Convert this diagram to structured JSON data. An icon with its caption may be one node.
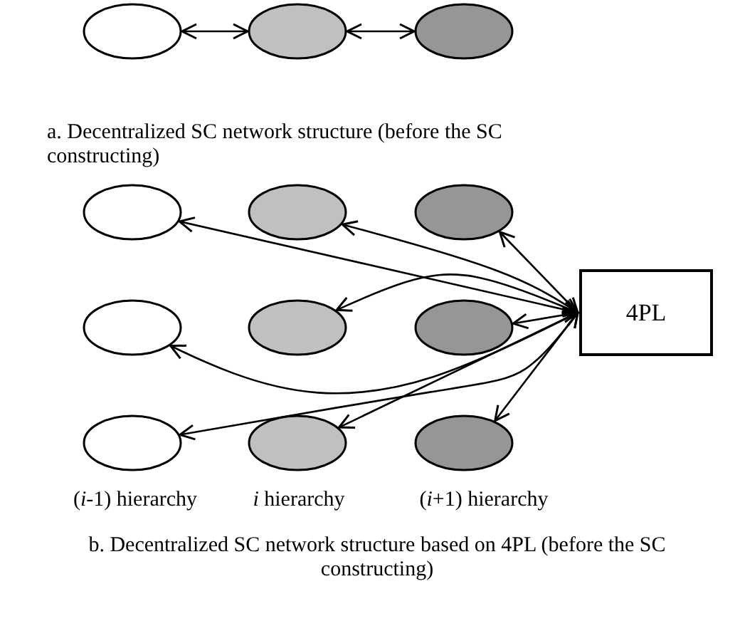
{
  "diagram": {
    "nodes": [
      {
        "text": [],
        "shape": "ellipse"
      },
      {
        "text": [],
        "shape": "ellipse"
      },
      {
        "text": [],
        "shape": "ellipse"
      },
      {
        "text": [],
        "shape": "ellipse"
      },
      {
        "text": [],
        "shape": "ellipse"
      },
      {
        "text": [],
        "shape": "ellipse"
      },
      {
        "text": [],
        "shape": "ellipse"
      },
      {
        "text": [],
        "shape": "ellipse"
      },
      {
        "text": [],
        "shape": "ellipse"
      },
      {
        "text": [],
        "shape": "ellipse"
      },
      {
        "text": [],
        "shape": "ellipse"
      },
      {
        "text": [],
        "shape": "ellipse"
      },
      {
        "text": [
          "4PL"
        ]
      }
    ],
    "edges": [
      {
        "from": 0,
        "to": 1,
        "arrow": "both"
      },
      {
        "from": 1,
        "to": 2,
        "arrow": "both"
      },
      {
        "from": 12,
        "to": 3,
        "arrow": "both"
      },
      {
        "from": 12,
        "to": 4,
        "arrow": "both"
      },
      {
        "from": 12,
        "to": 5,
        "arrow": "both"
      },
      {
        "from": 12,
        "to": 6,
        "arrow": "both"
      },
      {
        "from": 12,
        "to": 7,
        "arrow": "both"
      },
      {
        "from": 12,
        "to": 8,
        "arrow": "both"
      },
      {
        "from": 12,
        "to": 9,
        "arrow": "both"
      },
      {
        "from": 12,
        "to": 10,
        "arrow": "both"
      },
      {
        "from": 12,
        "to": 11,
        "arrow": "both"
      }
    ],
    "labels": [
      "a. Decentralized SC network structure (before the SC constructing)",
      "(*i*-1) hierarchy",
      "*i* hierarchy",
      "(*i*+1) hierarchy",
      "b. Decentralized SC network structure based on  4PL (before the SC constructing)"
    ]
  }
}
